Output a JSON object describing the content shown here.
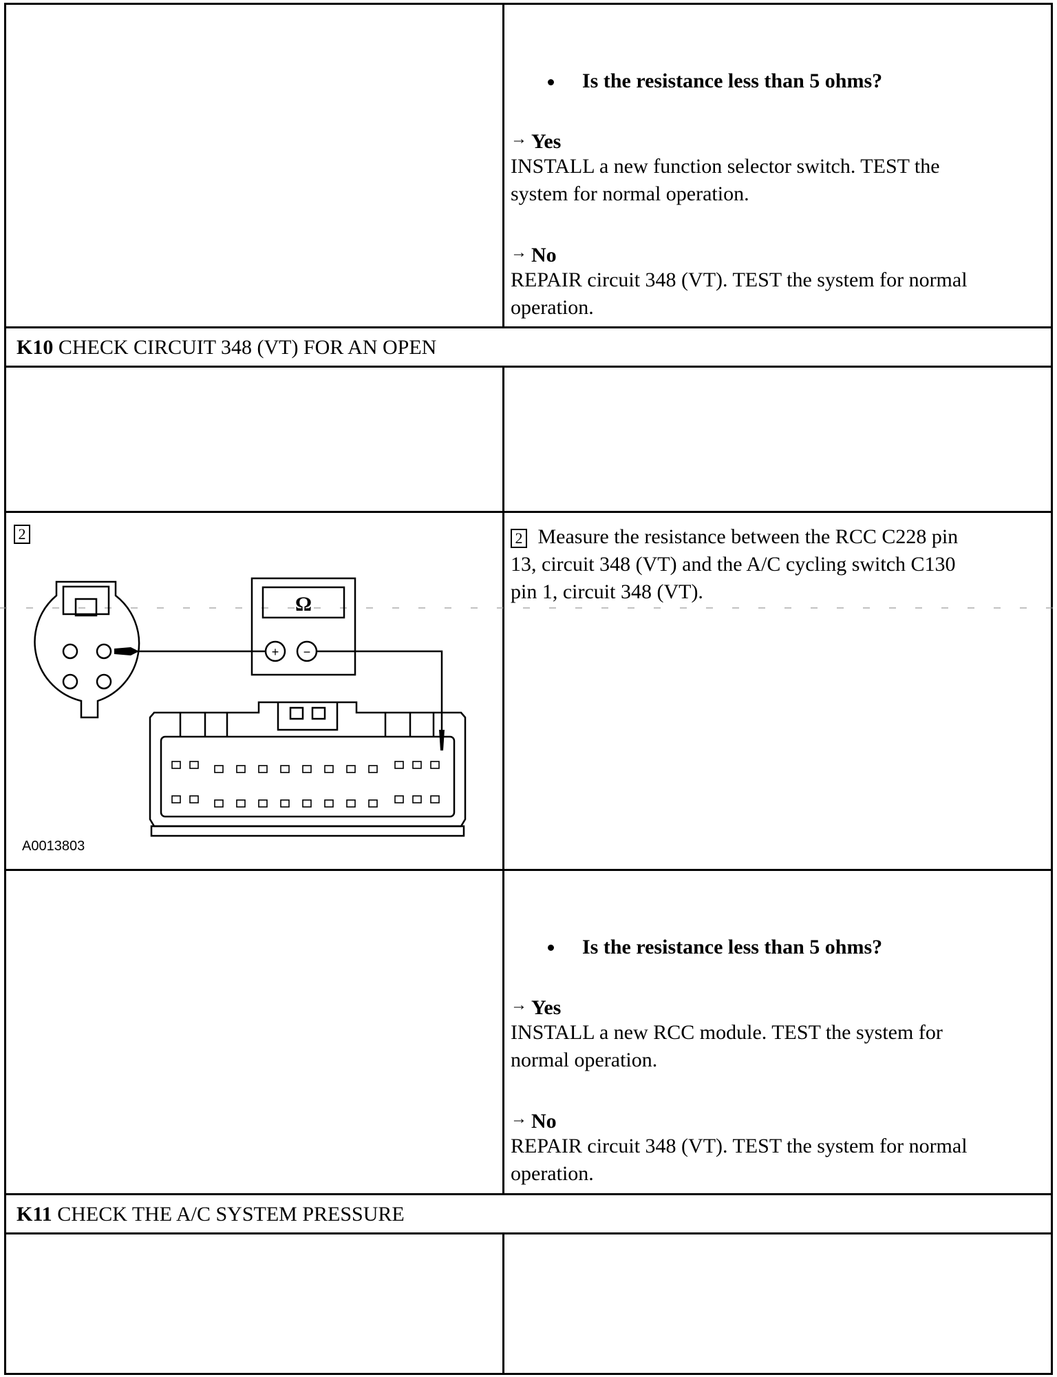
{
  "block1": {
    "question": "Is the resistance less than 5 ohms?",
    "yes_label": "Yes",
    "yes_line1": "INSTALL a new function selector switch. TEST the",
    "yes_line2": "system for normal operation.",
    "no_label": "No",
    "no_line1": "REPAIR circuit 348 (VT). TEST the system for normal",
    "no_line2": "operation."
  },
  "k10": {
    "code": "K10",
    "title": "CHECK CIRCUIT 348 (VT) FOR AN OPEN"
  },
  "step2": {
    "number": "2",
    "line1": "Measure the resistance between the RCC C228 pin",
    "line2": "13, circuit 348 (VT) and the A/C cycling switch C130",
    "line3": "pin 1, circuit 348 (VT).",
    "figure_id": "A0013803",
    "meter_symbol": "Ω",
    "plus": "+",
    "minus": "−"
  },
  "block2": {
    "question": "Is the resistance less than 5 ohms?",
    "yes_label": "Yes",
    "yes_line1": "INSTALL a new RCC module. TEST the system for",
    "yes_line2": "normal operation.",
    "no_label": "No",
    "no_line1": "REPAIR circuit 348 (VT). TEST the system for normal",
    "no_line2": "operation."
  },
  "k11": {
    "code": "K11",
    "title": "CHECK THE A/C SYSTEM PRESSURE"
  },
  "arrow_glyph": "→"
}
